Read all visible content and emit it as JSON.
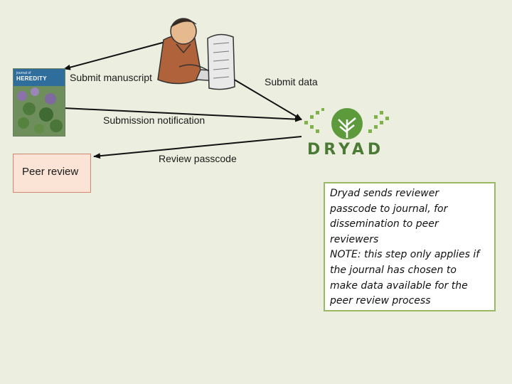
{
  "labels": {
    "submit_manuscript": "Submit manuscript",
    "submit_data": "Submit data",
    "submission_notification": "Submission notification",
    "review_passcode": "Review passcode",
    "peer_review": "Peer review"
  },
  "journal_cover": {
    "small_text": "journal of",
    "name": "HEREDITY"
  },
  "dryad_logo": "DRYAD",
  "note_lines": [
    "Dryad sends reviewer",
    "passcode to journal, for",
    "dissemination to peer",
    "reviewers",
    "NOTE: this step only applies if",
    "the journal has chosen to",
    "make data available for the",
    "peer review process"
  ],
  "icons": [
    "author-at-computer-icon",
    "journal-cover-icon",
    "dryad-tree-icon"
  ],
  "colors": {
    "background": "#ecefdf",
    "dryad_green": "#4b7a34",
    "peer_box": "#fbe4d6",
    "note_border": "#9bb865"
  }
}
